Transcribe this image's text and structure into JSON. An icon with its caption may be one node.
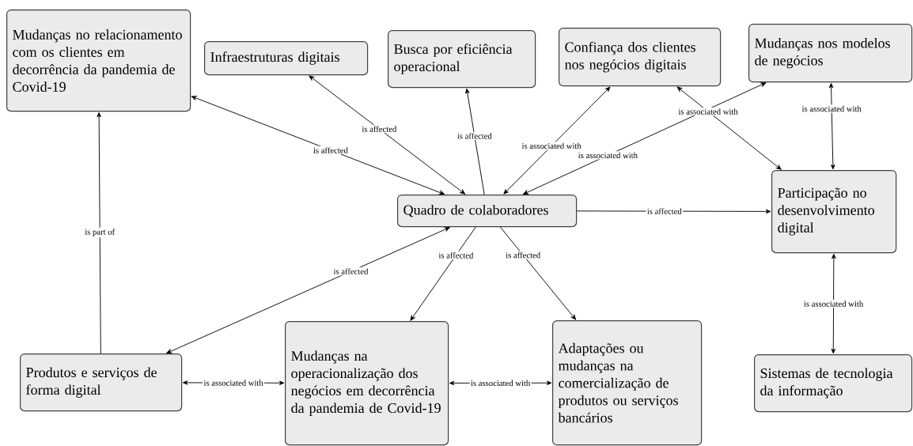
{
  "diagram": {
    "nodes": [
      {
        "text": [
          "Mudanças no relacionamento com os clientes em decorrência da pandemia de Covid-19"
        ]
      },
      {
        "text": [
          "Infraestruturas digitais"
        ]
      },
      {
        "text": [
          "Busca por eficiência operacional"
        ]
      },
      {
        "text": [
          "Confiança dos clientes nos negócios digitais"
        ]
      },
      {
        "text": [
          "Mudanças nos modelos de negócios"
        ]
      },
      {
        "text": [
          "Quadro de colaboradores"
        ]
      },
      {
        "text": [
          "Participação no desenvolvimento digital"
        ]
      },
      {
        "text": [
          "Produtos e serviços de forma digital"
        ]
      },
      {
        "text": [
          "Mudanças na operacionalização dos negócios em decorrência da pandemia de Covid-19"
        ]
      },
      {
        "text": [
          "Adaptações ou mudanças na comercialização de produtos ou serviços bancários"
        ]
      },
      {
        "text": [
          "Sistemas de tecnologia da informação"
        ]
      }
    ],
    "edges": [
      {
        "from": 5,
        "to": 0,
        "arrow": "both",
        "label": "is affected"
      },
      {
        "from": 5,
        "to": 1,
        "arrow": "both",
        "label": "is affected"
      },
      {
        "from": 5,
        "to": 2,
        "arrow": "to",
        "label": "is affected"
      },
      {
        "from": 5,
        "to": 3,
        "arrow": "both",
        "label": "is associated with"
      },
      {
        "from": 5,
        "to": 4,
        "arrow": "both",
        "label": "is associated with"
      },
      {
        "from": 3,
        "to": 6,
        "arrow": "both",
        "label": "is associated with"
      },
      {
        "from": 4,
        "to": 6,
        "arrow": "both",
        "label": "is associated with"
      },
      {
        "from": 5,
        "to": 6,
        "arrow": "to",
        "label": "is affected"
      },
      {
        "from": 7,
        "to": 0,
        "arrow": "to",
        "label": "is part of"
      },
      {
        "from": 5,
        "to": 7,
        "arrow": "both",
        "label": "is affected"
      },
      {
        "from": 5,
        "to": 8,
        "arrow": "to",
        "label": "is affected"
      },
      {
        "from": 5,
        "to": 9,
        "arrow": "to",
        "label": "is affected"
      },
      {
        "from": 7,
        "to": 8,
        "arrow": "both",
        "label": "is associated with"
      },
      {
        "from": 8,
        "to": 9,
        "arrow": "both",
        "label": "is associated with"
      },
      {
        "from": 6,
        "to": 10,
        "arrow": "both",
        "label": "is associated with"
      }
    ]
  }
}
